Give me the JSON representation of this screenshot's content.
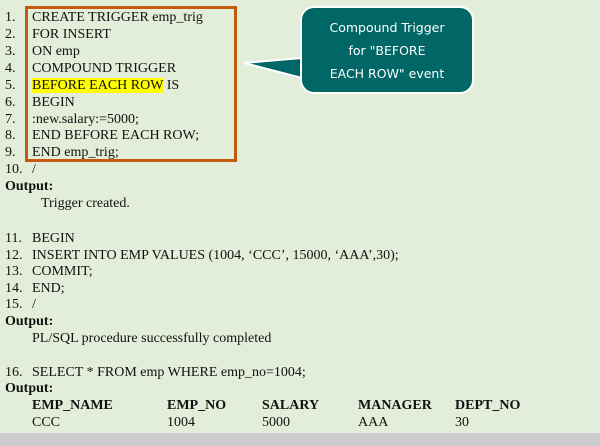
{
  "code1": [
    {
      "n": "1.",
      "t": "CREATE TRIGGER emp_trig"
    },
    {
      "n": "2.",
      "t": "FOR INSERT"
    },
    {
      "n": "3.",
      "t": "ON emp"
    },
    {
      "n": "4.",
      "t": "COMPOUND TRIGGER"
    },
    {
      "n": "5.",
      "hl": "BEFORE EACH ROW",
      "t": " IS"
    },
    {
      "n": "6.",
      "t": "BEGIN"
    },
    {
      "n": "7.",
      "t": ":new.salary:=5000;"
    },
    {
      "n": "8.",
      "t": "END BEFORE EACH ROW;"
    },
    {
      "n": "9.",
      "t": "END emp_trig;"
    },
    {
      "n": "10.",
      "t": "/"
    }
  ],
  "output_label": "Output:",
  "output1": "Trigger created.",
  "code2": [
    {
      "n": "11.",
      "t": "BEGIN"
    },
    {
      "n": "12.",
      "t": "INSERT INTO EMP VALUES (1004, ‘CCC’, 15000, ‘AAA’,30);"
    },
    {
      "n": "13.",
      "t": "COMMIT;"
    },
    {
      "n": "14.",
      "t": "END;"
    },
    {
      "n": "15.",
      "t": "/"
    }
  ],
  "output2": "PL/SQL procedure successfully completed",
  "code3": {
    "n": "16.",
    "t": "SELECT * FROM emp WHERE emp_no=1004;"
  },
  "table": {
    "headers": [
      "EMP_NAME",
      "EMP_NO",
      "SALARY",
      "MANAGER",
      "DEPT_NO"
    ],
    "rows": [
      [
        "CCC",
        "1004",
        "5000",
        "AAA",
        "30"
      ]
    ]
  },
  "callout": {
    "lines": [
      "Compound Trigger",
      "for \"BEFORE",
      "EACH ROW\" event"
    ]
  },
  "colors": {
    "bg": "#e2eed9",
    "box": "#c55a11",
    "callout": "#006666",
    "highlight": "#ffff00"
  }
}
